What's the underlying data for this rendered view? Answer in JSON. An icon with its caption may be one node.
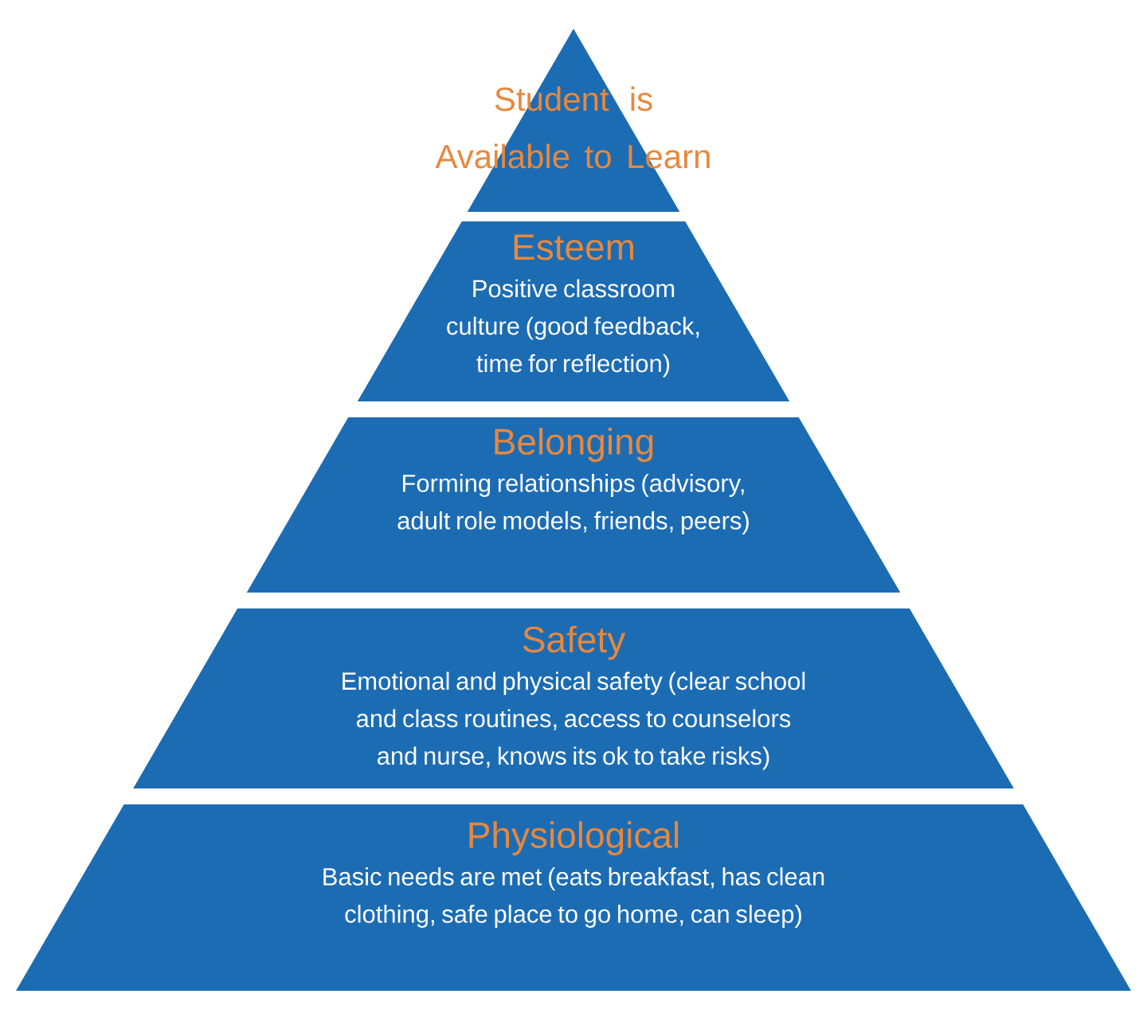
{
  "diagram": {
    "nodes": [
      {
        "text": [
          "Student is Available to Learn"
        ]
      },
      {
        "text": [
          "Esteem",
          "Positive classroom culture (good feedback, time for reflection)"
        ]
      },
      {
        "text": [
          "Belonging",
          "Forming relationships (advisory, adult role models, friends, peers)"
        ]
      },
      {
        "text": [
          "Safety",
          "Emotional and physical safety (clear school and class routines, access to counselors and nurse, knows its ok to take risks)"
        ]
      },
      {
        "text": [
          "Physiological",
          "Basic needs are met (eats breakfast, has clean clothing, safe place to go home, can sleep)"
        ]
      }
    ]
  }
}
